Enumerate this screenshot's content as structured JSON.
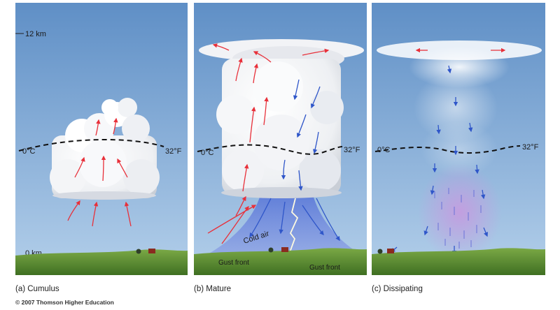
{
  "panels": [
    {
      "caption": "(a) Cumulus",
      "left_temp": "0°C",
      "right_temp": "32°F",
      "top_km": "12 km",
      "bottom_km": "0 km"
    },
    {
      "caption": "(b) Mature",
      "left_temp": "0°C",
      "right_temp": "32°F",
      "cold_air": "Cold air",
      "gust_front": "Gust front"
    },
    {
      "caption": "(c) Dissipating",
      "left_temp": "0°C",
      "right_temp": "32°F"
    }
  ],
  "copyright": "© 2007 Thomson Higher Education",
  "colors": {
    "sky_top": "#5f8fc6",
    "sky_bottom": "#a9c8e6",
    "ground": "#5c8c33",
    "updraft": "#e8303a",
    "downdraft": "#2f56c9",
    "rain": "#7f6fd6"
  }
}
